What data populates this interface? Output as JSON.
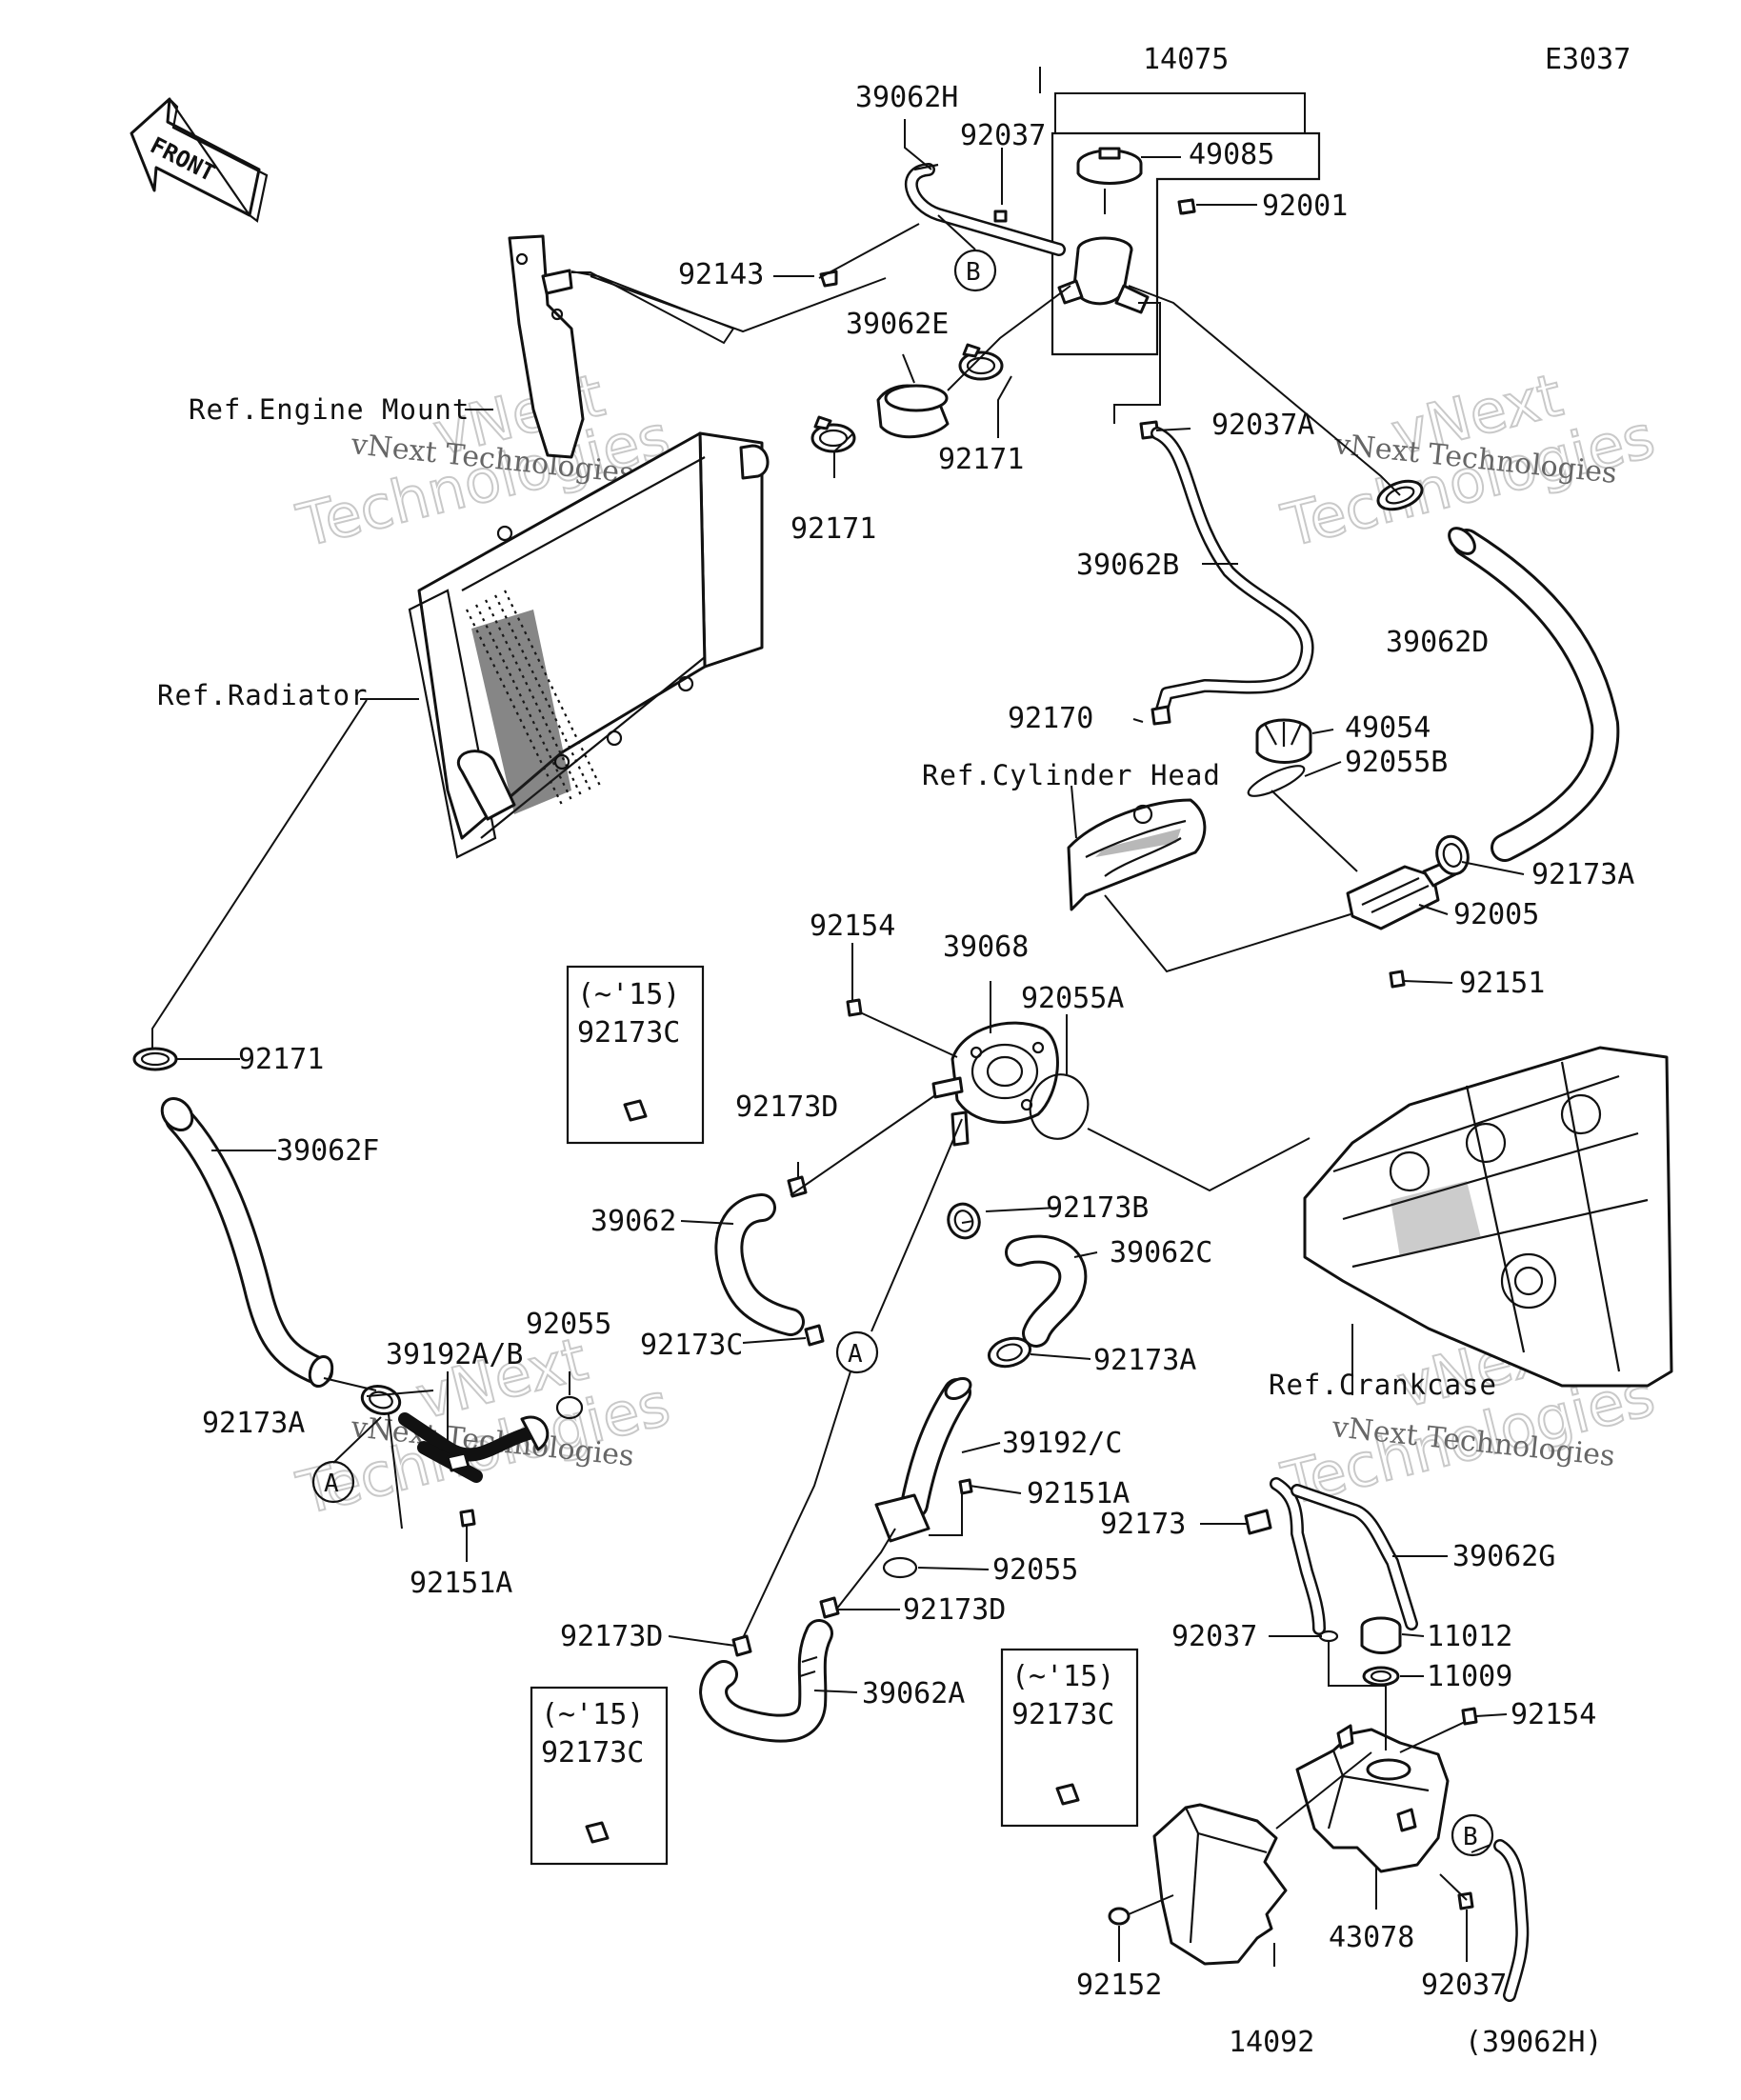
{
  "diagram_code": "E3037",
  "front_label": "FRONT",
  "watermark": {
    "brand": "vNext",
    "word": "Technologies",
    "caption": "vNext Technologies"
  },
  "references": {
    "engine_mount": "Ref.Engine Mount",
    "radiator": "Ref.Radiator",
    "cylinder_head": "Ref.Cylinder Head",
    "crankcase": "Ref.Crankcase"
  },
  "callouts": {
    "a": "A",
    "b": "B"
  },
  "boxed_notes": [
    {
      "range": "(~'15)",
      "part": "92173C"
    },
    {
      "range": "(~'15)",
      "part": "92173C"
    },
    {
      "range": "(~'15)",
      "part": "92173C"
    }
  ],
  "parts": {
    "p14075": "14075",
    "p39062H": "39062H",
    "p92037_top": "92037",
    "p49085": "49085",
    "p92001": "92001",
    "p92143": "92143",
    "p39062E": "39062E",
    "p92171_mid": "92171",
    "p92171_left": "92171",
    "p92037A": "92037A",
    "p39062B": "39062B",
    "p39062D": "39062D",
    "p92170": "92170",
    "p49054": "49054",
    "p92055B": "92055B",
    "p92173A_right": "92173A",
    "p92005": "92005",
    "p92151": "92151",
    "p92154_mid": "92154",
    "p39068": "39068",
    "p92055A": "92055A",
    "p92171_low": "92171",
    "p39062F": "39062F",
    "p92173D_up": "92173D",
    "p92173B": "92173B",
    "p39062": "39062",
    "p39062C": "39062C",
    "p92173C": "92173C",
    "p92055_left": "92055",
    "p39192AB": "39192A/B",
    "p92173A_left": "92173A",
    "p92173A_mid": "92173A",
    "p39192C": "39192/C",
    "p92151A_mid": "92151A",
    "p92055_mid": "92055",
    "p92151A_left": "92151A",
    "p92173D_low": "92173D",
    "p92173D_left": "92173D",
    "p39062A": "39062A",
    "p92173": "92173",
    "p39062G": "39062G",
    "p92037_low": "92037",
    "p11012": "11012",
    "p11009": "11009",
    "p92154_low": "92154",
    "p43078": "43078",
    "p92037_bottom": "92037",
    "p92152": "92152",
    "p14092": "14092",
    "p39062H_ref": "(39062H)"
  }
}
